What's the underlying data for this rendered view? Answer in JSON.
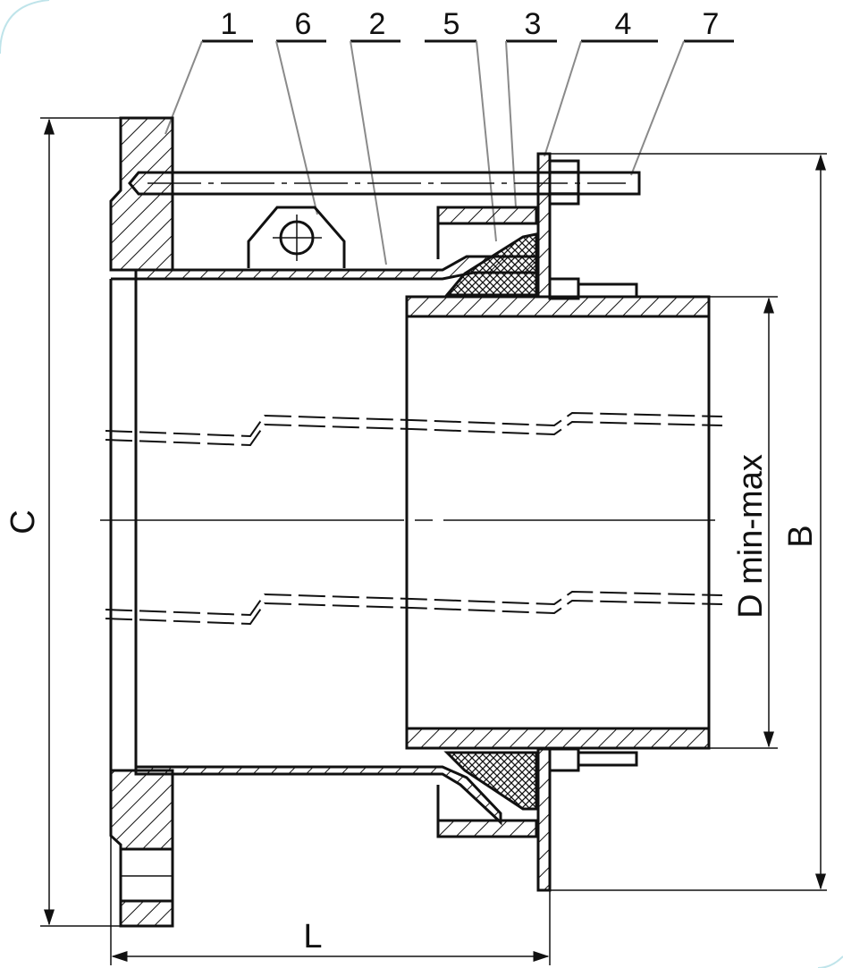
{
  "callouts": [
    "1",
    "6",
    "2",
    "5",
    "3",
    "4",
    "7"
  ],
  "dimensions": {
    "overall_height": "C",
    "bore_range": "D min-max",
    "flange_height": "B",
    "length": "L"
  }
}
